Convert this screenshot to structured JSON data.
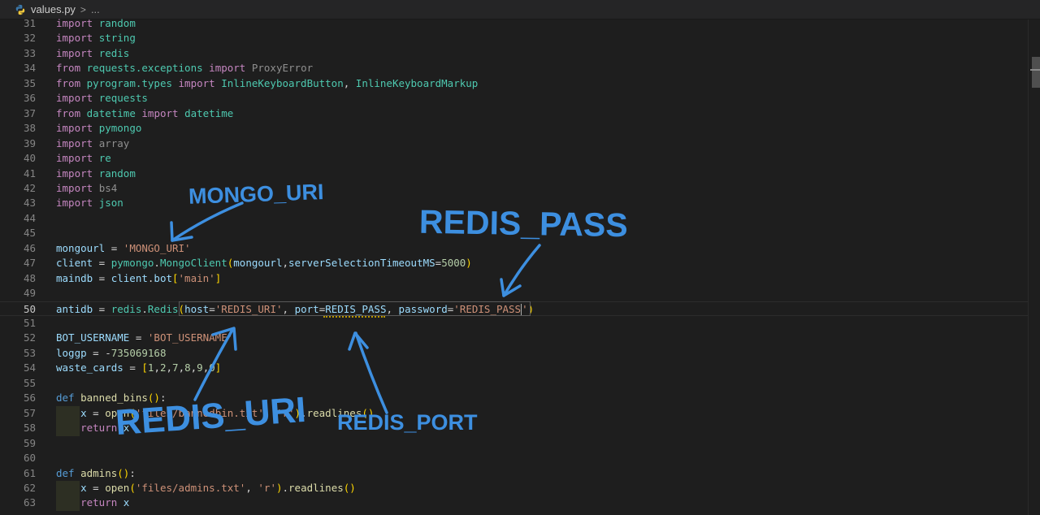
{
  "breadcrumb": {
    "file": "values.py",
    "separator": ">",
    "more": "..."
  },
  "editor": {
    "lines": [
      {
        "n": "31",
        "tokens": [
          [
            "kw",
            "import"
          ],
          [
            "op",
            " "
          ],
          [
            "mod",
            "random"
          ]
        ]
      },
      {
        "n": "32",
        "tokens": [
          [
            "kw",
            "import"
          ],
          [
            "op",
            " "
          ],
          [
            "mod",
            "string"
          ]
        ]
      },
      {
        "n": "33",
        "tokens": [
          [
            "kw",
            "import"
          ],
          [
            "op",
            " "
          ],
          [
            "mod",
            "redis"
          ]
        ]
      },
      {
        "n": "34",
        "tokens": [
          [
            "kw",
            "from"
          ],
          [
            "op",
            " "
          ],
          [
            "mod",
            "requests.exceptions"
          ],
          [
            "op",
            " "
          ],
          [
            "kw",
            "import"
          ],
          [
            "op",
            " "
          ],
          [
            "dim",
            "ProxyError"
          ]
        ]
      },
      {
        "n": "35",
        "tokens": [
          [
            "kw",
            "from"
          ],
          [
            "op",
            " "
          ],
          [
            "mod",
            "pyrogram.types"
          ],
          [
            "op",
            " "
          ],
          [
            "kw",
            "import"
          ],
          [
            "op",
            " "
          ],
          [
            "cls",
            "InlineKeyboardButton"
          ],
          [
            "op",
            ", "
          ],
          [
            "cls",
            "InlineKeyboardMarkup"
          ]
        ]
      },
      {
        "n": "36",
        "tokens": [
          [
            "kw",
            "import"
          ],
          [
            "op",
            " "
          ],
          [
            "mod",
            "requests"
          ]
        ]
      },
      {
        "n": "37",
        "tokens": [
          [
            "kw",
            "from"
          ],
          [
            "op",
            " "
          ],
          [
            "mod",
            "datetime"
          ],
          [
            "op",
            " "
          ],
          [
            "kw",
            "import"
          ],
          [
            "op",
            " "
          ],
          [
            "cls",
            "datetime"
          ]
        ]
      },
      {
        "n": "38",
        "tokens": [
          [
            "kw",
            "import"
          ],
          [
            "op",
            " "
          ],
          [
            "mod",
            "pymongo"
          ]
        ]
      },
      {
        "n": "39",
        "tokens": [
          [
            "kw",
            "import"
          ],
          [
            "op",
            " "
          ],
          [
            "dim",
            "array"
          ]
        ]
      },
      {
        "n": "40",
        "tokens": [
          [
            "kw",
            "import"
          ],
          [
            "op",
            " "
          ],
          [
            "mod",
            "re"
          ]
        ]
      },
      {
        "n": "41",
        "tokens": [
          [
            "kw",
            "import"
          ],
          [
            "op",
            " "
          ],
          [
            "mod",
            "random"
          ]
        ]
      },
      {
        "n": "42",
        "tokens": [
          [
            "kw",
            "import"
          ],
          [
            "op",
            " "
          ],
          [
            "dim",
            "bs4"
          ]
        ]
      },
      {
        "n": "43",
        "tokens": [
          [
            "kw",
            "import"
          ],
          [
            "op",
            " "
          ],
          [
            "mod",
            "json"
          ]
        ]
      },
      {
        "n": "44",
        "tokens": []
      },
      {
        "n": "45",
        "tokens": []
      },
      {
        "n": "46",
        "tokens": [
          [
            "var",
            "mongourl"
          ],
          [
            "op",
            " = "
          ],
          [
            "str",
            "'MONGO_URI'"
          ]
        ]
      },
      {
        "n": "47",
        "tokens": [
          [
            "var",
            "client"
          ],
          [
            "op",
            " = "
          ],
          [
            "mod",
            "pymongo"
          ],
          [
            "op",
            "."
          ],
          [
            "cls",
            "MongoClient"
          ],
          [
            "brk",
            "("
          ],
          [
            "var",
            "mongourl"
          ],
          [
            "op",
            ","
          ],
          [
            "var",
            "serverSelectionTimeoutMS"
          ],
          [
            "op",
            "="
          ],
          [
            "num",
            "5000"
          ],
          [
            "brk",
            ")"
          ]
        ]
      },
      {
        "n": "48",
        "tokens": [
          [
            "var",
            "maindb"
          ],
          [
            "op",
            " = "
          ],
          [
            "var",
            "client"
          ],
          [
            "op",
            "."
          ],
          [
            "var",
            "bot"
          ],
          [
            "brk",
            "["
          ],
          [
            "str",
            "'main'"
          ],
          [
            "brk",
            "]"
          ]
        ]
      },
      {
        "n": "49",
        "tokens": []
      },
      {
        "n": "50",
        "tokens": [
          [
            "var",
            "antidb"
          ],
          [
            "op",
            " = "
          ],
          [
            "mod",
            "redis"
          ],
          [
            "op",
            "."
          ],
          [
            "cls",
            "Redis"
          ],
          [
            "brk",
            "("
          ],
          [
            "var",
            "host"
          ],
          [
            "op",
            "="
          ],
          [
            "str",
            "'REDIS_URI'"
          ],
          [
            "op",
            ", "
          ],
          [
            "var",
            "port"
          ],
          [
            "op",
            "="
          ],
          [
            "var",
            "REDIS_PASS"
          ],
          [
            "op",
            ", "
          ],
          [
            "var",
            "password"
          ],
          [
            "op",
            "="
          ],
          [
            "str",
            "'REDIS_PASS"
          ],
          [
            "cursor",
            ""
          ],
          [
            "str",
            "'"
          ],
          [
            "brk",
            ")"
          ]
        ]
      },
      {
        "n": "51",
        "tokens": []
      },
      {
        "n": "52",
        "tokens": [
          [
            "var",
            "BOT_USERNAME"
          ],
          [
            "op",
            " = "
          ],
          [
            "str",
            "'BOT_USERNAME'"
          ]
        ]
      },
      {
        "n": "53",
        "tokens": [
          [
            "var",
            "loggp"
          ],
          [
            "op",
            " = "
          ],
          [
            "op",
            "-"
          ],
          [
            "num",
            "735069168"
          ]
        ]
      },
      {
        "n": "54",
        "tokens": [
          [
            "var",
            "waste_cards"
          ],
          [
            "op",
            " = "
          ],
          [
            "brk",
            "["
          ],
          [
            "num",
            "1"
          ],
          [
            "op",
            ","
          ],
          [
            "num",
            "2"
          ],
          [
            "op",
            ","
          ],
          [
            "num",
            "7"
          ],
          [
            "op",
            ","
          ],
          [
            "num",
            "8"
          ],
          [
            "op",
            ","
          ],
          [
            "num",
            "9"
          ],
          [
            "op",
            ","
          ],
          [
            "num",
            "0"
          ],
          [
            "brk",
            "]"
          ]
        ]
      },
      {
        "n": "55",
        "tokens": []
      },
      {
        "n": "56",
        "tokens": [
          [
            "kw2",
            "def"
          ],
          [
            "op",
            " "
          ],
          [
            "fn",
            "banned_bins"
          ],
          [
            "brk",
            "()"
          ],
          [
            "op",
            ":"
          ]
        ]
      },
      {
        "n": "57",
        "tokens": [
          [
            "op",
            "    "
          ],
          [
            "var",
            "x"
          ],
          [
            "op",
            " = "
          ],
          [
            "fn",
            "open"
          ],
          [
            "brk",
            "("
          ],
          [
            "str",
            "'files/bannedbin.txt'"
          ],
          [
            "op",
            ", "
          ],
          [
            "str",
            "'r'"
          ],
          [
            "brk",
            ")"
          ],
          [
            "op",
            "."
          ],
          [
            "fn",
            "readlines"
          ],
          [
            "brk",
            "()"
          ]
        ]
      },
      {
        "n": "58",
        "tokens": [
          [
            "op",
            "    "
          ],
          [
            "kw",
            "return"
          ],
          [
            "op",
            " "
          ],
          [
            "var",
            "x"
          ]
        ]
      },
      {
        "n": "59",
        "tokens": []
      },
      {
        "n": "60",
        "tokens": []
      },
      {
        "n": "61",
        "tokens": [
          [
            "kw2",
            "def"
          ],
          [
            "op",
            " "
          ],
          [
            "fn",
            "admins"
          ],
          [
            "brk",
            "()"
          ],
          [
            "op",
            ":"
          ]
        ]
      },
      {
        "n": "62",
        "tokens": [
          [
            "op",
            "    "
          ],
          [
            "var",
            "x"
          ],
          [
            "op",
            " = "
          ],
          [
            "fn",
            "open"
          ],
          [
            "brk",
            "("
          ],
          [
            "str",
            "'files/admins.txt'"
          ],
          [
            "op",
            ", "
          ],
          [
            "str",
            "'r'"
          ],
          [
            "brk",
            ")"
          ],
          [
            "op",
            "."
          ],
          [
            "fn",
            "readlines"
          ],
          [
            "brk",
            "()"
          ]
        ]
      },
      {
        "n": "63",
        "tokens": [
          [
            "op",
            "    "
          ],
          [
            "kw",
            "return"
          ],
          [
            "op",
            " "
          ],
          [
            "var",
            "x"
          ]
        ]
      }
    ],
    "current_line": "50"
  },
  "annotations": {
    "mongo_uri": "MONGO_URI",
    "redis_pass": "REDIS_PASS",
    "redis_uri": "REDIS_URI",
    "redis_port": "REDIS_PORT"
  },
  "colors": {
    "annotation": "#3d8fe0",
    "background": "#1e1e1e"
  }
}
